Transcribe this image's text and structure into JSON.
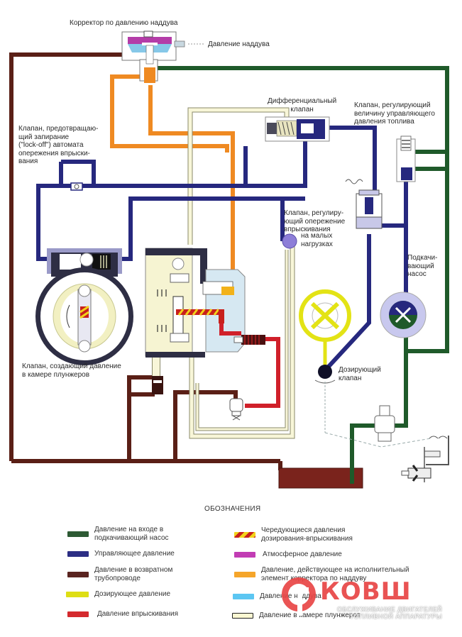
{
  "labels": {
    "boost_corrector": "Корректор по давлению наддува",
    "boost_pressure": "Давление наддува",
    "lockoff_valve": "Клапан, предотвращаю-\nщий запирание\n(\"lock-off\") автомата\nопережения впрыски-\nвания",
    "differential_valve": "Дифференциальный\nклапан",
    "control_pressure_valve": "Клапан, регулирующий\nвеличину управляющего\nдавления топлива",
    "low_load_advance_valve_a": "Клапан, регулиру-\nющий опережение\nвпрыскивания",
    "low_load_advance_valve_b": "на малых\nнагрузках",
    "feed_pump": "Подкачи-\nвающий\nнасос",
    "plunger_chamber_valve": "Клапан, создающий давление\nв камере плунжеров",
    "metering_valve": "Дозирующий\nклапан"
  },
  "legend": {
    "title": "ОБОЗНАЧЕНИЯ",
    "items": [
      {
        "label": "Давление на входе в\nподкачивающий насос",
        "color": "#1f5a2a",
        "style": "solid"
      },
      {
        "label": "Управляющее давление",
        "color": "#26287e",
        "style": "solid"
      },
      {
        "label": "Давление в возвратном\nтрубопроводе",
        "color": "#5a1f16",
        "style": "solid"
      },
      {
        "label": "Дозирующее давление",
        "color": "#e3e315",
        "style": "solid"
      },
      {
        "label": "Давление впрыскивания",
        "color": "#d0202a",
        "style": "solid"
      },
      {
        "label": "Чередующиеся давления\nдозирования-впрыскивания",
        "color": "#f2d21a",
        "color2": "#c8201c",
        "style": "stripe"
      },
      {
        "label": "Атмосферное давление",
        "color": "#c23cb4",
        "style": "solid"
      },
      {
        "label": "Давление, действующее на исполнительный\nэлемент корректора по наддуву",
        "color": "#f5a52a",
        "style": "solid"
      },
      {
        "label": "Давление наддува",
        "color": "#5cc6f2",
        "style": "solid"
      },
      {
        "label": "Давление в камере плунжеров",
        "color": "#fbf8d2",
        "style": "outline"
      }
    ]
  },
  "watermark": {
    "word": "КОВШ",
    "subtitle": "ОБСЛУЖИВАНИЕ ДВИГАТЕЛЕЙ\nТОПЛИВНОЙ АППАРАТУРЫ"
  },
  "colors": {
    "green": "#1f5a2a",
    "blue": "#26287e",
    "brown": "#5a1f16",
    "yellow": "#e3e315",
    "red": "#d0202a",
    "magenta": "#b43ca8",
    "orange": "#ef8a22",
    "lightblue": "#a8d8ee",
    "cream": "#f8f6d8"
  }
}
